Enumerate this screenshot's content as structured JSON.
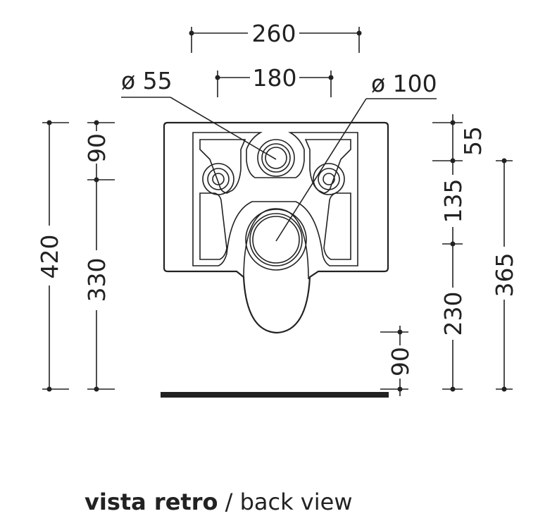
{
  "dimensions": {
    "top_width": "260",
    "inner_width": "180",
    "small_diameter": "ø 55",
    "large_diameter": "ø 100",
    "left_total": "420",
    "left_upper": "90",
    "left_lower": "330",
    "right_top": "55",
    "right_mid": "135",
    "right_bottom": "230",
    "right_total": "365",
    "floor_offset": "90"
  },
  "caption": {
    "bold": "vista retro",
    "separator": " / ",
    "regular": "back view"
  },
  "colors": {
    "line": "#222222",
    "background": "#ffffff"
  }
}
